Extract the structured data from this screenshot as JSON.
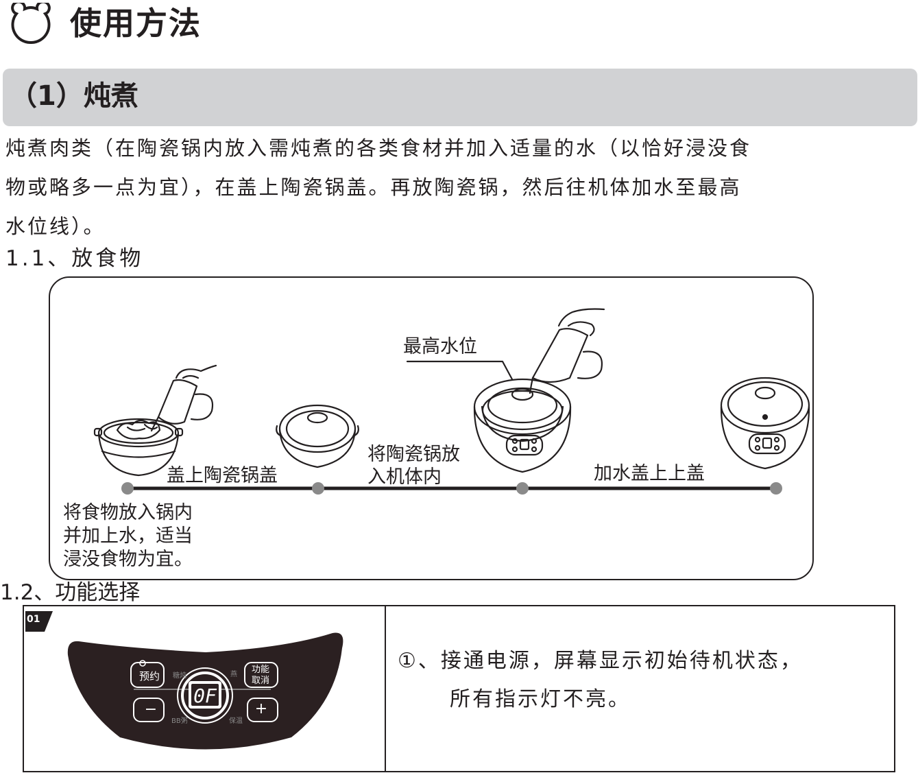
{
  "header": {
    "title": "使用方法"
  },
  "section": {
    "title": "（1）炖煮"
  },
  "intro": {
    "line1": "炖煮肉类（在陶瓷锅内放入需炖煮的各类食材并加入适量的水（以恰好浸没食",
    "line2": "物或略多一点为宜），在盖上陶瓷锅盖。再放陶瓷锅，然后往机体加水至最高",
    "line3": "水位线）。"
  },
  "step_1_1": {
    "heading": "1.1、放食物",
    "labels": {
      "max_water": "最高水位",
      "cover_pot": "盖上陶瓷锅盖",
      "place_pot_1": "将陶瓷锅放",
      "place_pot_2": "入机体内",
      "add_water_cover": "加水盖上上盖",
      "food_1": "将食物放入锅内",
      "food_2": "并加上水，适当",
      "food_3": "浸没食物为宜。"
    }
  },
  "step_1_2": {
    "heading": "1.2、功能选择",
    "badge": "01",
    "panel": {
      "display": "0F",
      "btn_reserve": "预约",
      "btn_func_1": "功能",
      "btn_func_2": "取消",
      "btn_minus": "−",
      "btn_plus": "+",
      "mode_tl": "糖炖",
      "mode_tr": "燕",
      "mode_bl": "BB粥",
      "mode_br": "保温"
    },
    "desc_line1": "①、接通电源，屏幕显示初始待机状态，",
    "desc_line2": "所有指示灯不亮。"
  },
  "colors": {
    "section_bar": "#d1d2d4",
    "panel": "#2b2021",
    "ink": "#231f20"
  }
}
